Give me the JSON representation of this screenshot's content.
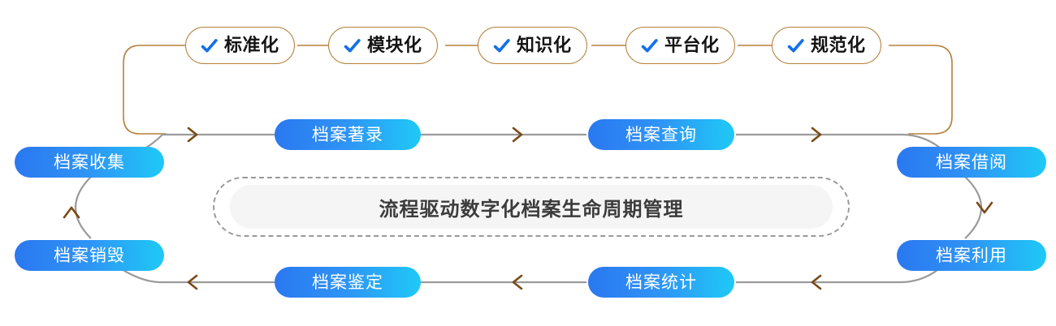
{
  "diagram": {
    "center": {
      "label": "流程驱动数字化档案生命周期管理"
    },
    "attributes": [
      {
        "label": "标准化",
        "icon": "check-icon"
      },
      {
        "label": "模块化",
        "icon": "check-icon"
      },
      {
        "label": "知识化",
        "icon": "check-icon"
      },
      {
        "label": "平台化",
        "icon": "check-icon"
      },
      {
        "label": "规范化",
        "icon": "check-icon"
      }
    ],
    "stages": [
      {
        "id": "collect",
        "label": "档案收集"
      },
      {
        "id": "describe",
        "label": "档案著录"
      },
      {
        "id": "query",
        "label": "档案查询"
      },
      {
        "id": "borrow",
        "label": "档案借阅"
      },
      {
        "id": "use",
        "label": "档案利用"
      },
      {
        "id": "stats",
        "label": "档案统计"
      },
      {
        "id": "appraise",
        "label": "档案鉴定"
      },
      {
        "id": "destroy",
        "label": "档案销毁"
      }
    ],
    "colors": {
      "pill_gradient_start": "#2a78f0",
      "pill_gradient_end": "#1fc9f6",
      "attribute_border": "#b5803a",
      "check_blue": "#1370e8",
      "flow_line": "#9a9a9a",
      "arrow": "#7a4a16",
      "core_fill": "#f5f5f6",
      "core_border": "#9a9a9a",
      "text_dark": "#3c3c3c"
    }
  }
}
